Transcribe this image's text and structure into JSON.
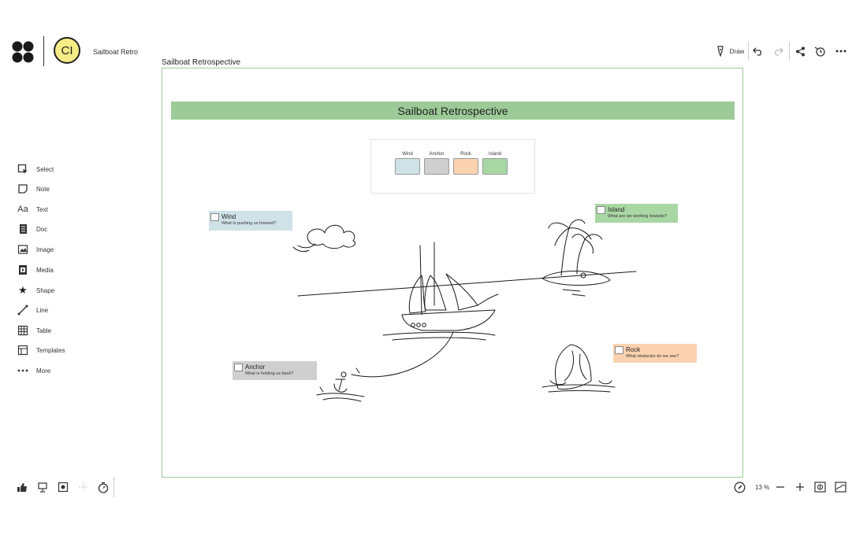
{
  "header": {
    "avatar_initials": "CI",
    "board_name": "Sailboat Retro",
    "draw_label": "Draw"
  },
  "left_toolbar": {
    "items": [
      {
        "label": "Select",
        "icon": "select-icon"
      },
      {
        "label": "Note",
        "icon": "note-icon"
      },
      {
        "label": "Text",
        "icon": "text-icon"
      },
      {
        "label": "Doc",
        "icon": "doc-icon"
      },
      {
        "label": "Image",
        "icon": "image-icon"
      },
      {
        "label": "Media",
        "icon": "media-icon"
      },
      {
        "label": "Shape",
        "icon": "star-icon"
      },
      {
        "label": "Line",
        "icon": "line-icon"
      },
      {
        "label": "Table",
        "icon": "table-icon"
      },
      {
        "label": "Templates",
        "icon": "templates-icon"
      },
      {
        "label": "More",
        "icon": "more-icon"
      }
    ]
  },
  "frame": {
    "title": "Sailboat Retrospective",
    "banner": "Sailboat Retrospective",
    "legend": [
      {
        "label": "Wind",
        "color": "#cfe2e8"
      },
      {
        "label": "Anchor",
        "color": "#cfcfcf"
      },
      {
        "label": "Rock",
        "color": "#fbd2b0"
      },
      {
        "label": "Island",
        "color": "#a9d7a3"
      }
    ],
    "cards": {
      "wind": {
        "title": "Wind",
        "subtitle": "What is pushing us forward?",
        "color": "#cfe2e8"
      },
      "island": {
        "title": "Island",
        "subtitle": "What are we working towards?",
        "color": "#a9d7a3"
      },
      "anchor": {
        "title": "Anchor",
        "subtitle": "What is holding us back?",
        "color": "#cfcfcf"
      },
      "rock": {
        "title": "Rock",
        "subtitle": "What obstacles do we see?",
        "color": "#fbd2b0"
      }
    }
  },
  "bottom_bar": {
    "zoom": "13 %"
  },
  "colors": {
    "frame_accent": "#9ccb97",
    "avatar": "#f5ec86"
  }
}
